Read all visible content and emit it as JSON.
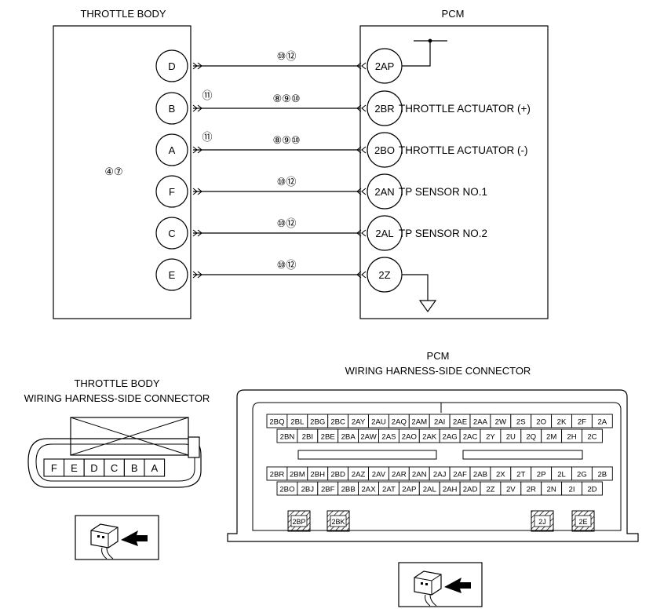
{
  "throttle_title": "THROTTLE BODY",
  "pcm_title": "PCM",
  "tb_circuit_label": "④⑦",
  "wires": [
    {
      "tb_pin": "D",
      "pcm_pin": "2AP",
      "circuits": "⑩⑫",
      "tb_circuit": "",
      "signal": ""
    },
    {
      "tb_pin": "B",
      "pcm_pin": "2BR",
      "circuits": "⑧⑨⑩",
      "tb_circuit": "⑪",
      "signal": "THROTTLE ACTUATOR (+)"
    },
    {
      "tb_pin": "A",
      "pcm_pin": "2BO",
      "circuits": "⑧⑨⑩",
      "tb_circuit": "⑪",
      "signal": "THROTTLE ACTUATOR (-)"
    },
    {
      "tb_pin": "F",
      "pcm_pin": "2AN",
      "circuits": "⑩⑫",
      "tb_circuit": "",
      "signal": "TP SENSOR NO.1"
    },
    {
      "tb_pin": "C",
      "pcm_pin": "2AL",
      "circuits": "⑩⑫",
      "tb_circuit": "",
      "signal": "TP SENSOR NO.2"
    },
    {
      "tb_pin": "E",
      "pcm_pin": "2Z",
      "circuits": "⑩⑫",
      "tb_circuit": "",
      "signal": ""
    }
  ],
  "tb_connector_title": [
    "THROTTLE BODY",
    "WIRING HARNESS-SIDE CONNECTOR"
  ],
  "tb_connector_pins": [
    "F",
    "E",
    "D",
    "C",
    "B",
    "A"
  ],
  "pcm_connector_title": [
    "PCM",
    "WIRING HARNESS-SIDE CONNECTOR"
  ],
  "pcm_rows": [
    [
      "2BQ",
      "2BL",
      "2BG",
      "2BC",
      "2AY",
      "2AU",
      "2AQ",
      "2AM",
      "2AI",
      "2AE",
      "2AA",
      "2W",
      "2S",
      "2O",
      "2K",
      "2F",
      "2A"
    ],
    [
      "2BN",
      "2BI",
      "2BE",
      "2BA",
      "2AW",
      "2AS",
      "2AO",
      "2AK",
      "2AG",
      "2AC",
      "2Y",
      "2U",
      "2Q",
      "2M",
      "2H",
      "2C"
    ],
    [
      "2BR",
      "2BM",
      "2BH",
      "2BD",
      "2AZ",
      "2AV",
      "2AR",
      "2AN",
      "2AJ",
      "2AF",
      "2AB",
      "2X",
      "2T",
      "2P",
      "2L",
      "2G",
      "2B"
    ],
    [
      "2BO",
      "2BJ",
      "2BF",
      "2BB",
      "2AX",
      "2AT",
      "2AP",
      "2AL",
      "2AH",
      "2AD",
      "2Z",
      "2V",
      "2R",
      "2N",
      "2I",
      "2D"
    ]
  ],
  "pcm_special": [
    "2BP",
    "2BK",
    "2J",
    "2E"
  ]
}
